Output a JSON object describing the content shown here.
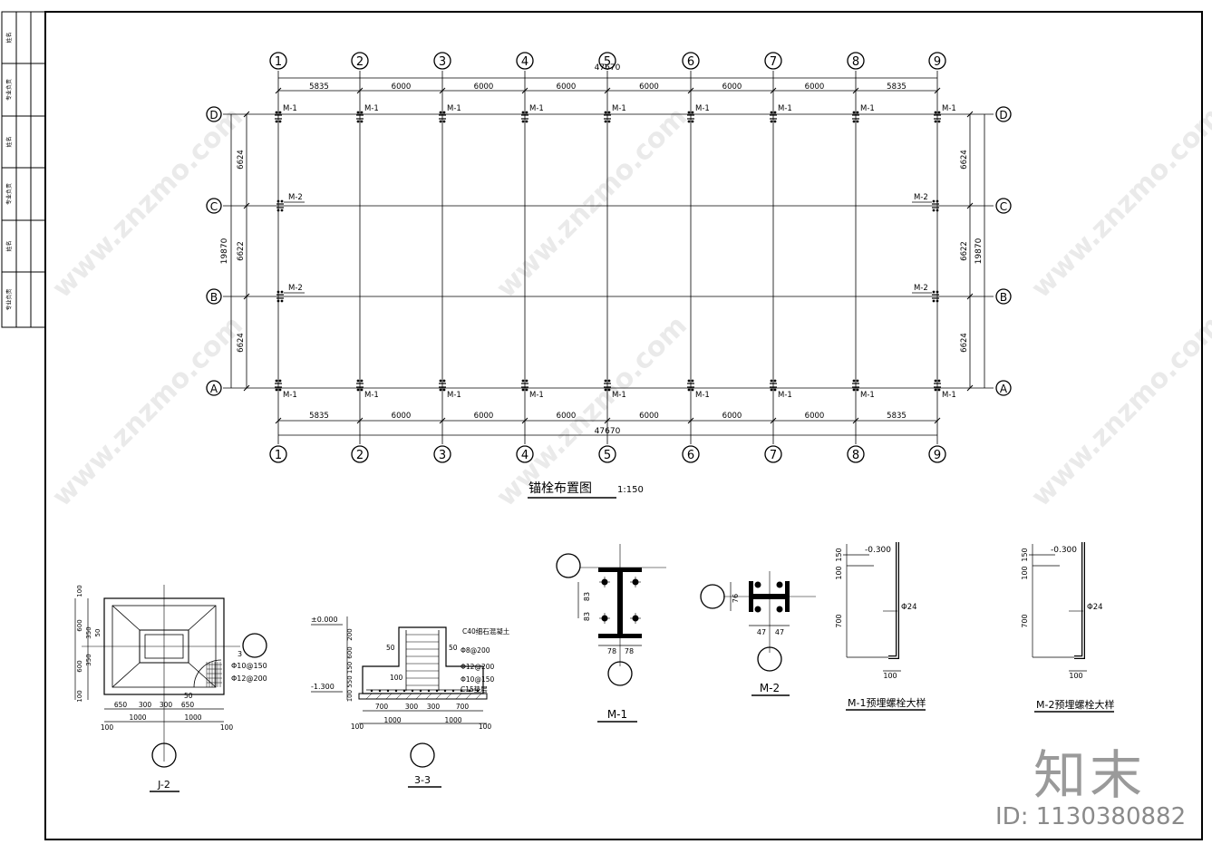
{
  "plan": {
    "title": "锚栓布置图",
    "scale": "1:150",
    "grid_x": [
      "①",
      "②",
      "③",
      "④",
      "⑤",
      "⑥",
      "⑦",
      "⑧",
      "⑨"
    ],
    "grid_y": [
      "A",
      "B",
      "C",
      "D"
    ],
    "top_dims": [
      "5835",
      "6000",
      "6000",
      "6000",
      "6000",
      "6000",
      "6000",
      "5835"
    ],
    "bottom_dims": [
      "5835",
      "6000",
      "6000",
      "6000",
      "6000",
      "6000",
      "6000",
      "5835"
    ],
    "overall_x": "47670",
    "side_dims": [
      "6624",
      "6622",
      "6624"
    ],
    "overall_y": "19870",
    "bolt_m1": "M-1",
    "bolt_m2": "M-2"
  },
  "details": {
    "j2": {
      "title": "J-2",
      "dims_bottom1": [
        "650",
        "300",
        "300",
        "650"
      ],
      "dims_bottom2": [
        "100",
        "1000",
        "1000",
        "100"
      ],
      "dims_left": [
        "100",
        "600",
        "350",
        "600",
        "350",
        "100"
      ],
      "rebar1": "Φ10@150",
      "rebar2": "Φ12@200",
      "num50": "50",
      "cut": "3"
    },
    "s33": {
      "title": "3-3",
      "elev1": "±0.000",
      "elev2": "-1.300",
      "conc1": "C40细石混凝土",
      "conc2": "C15垫层",
      "rebar1": "Φ8@200",
      "rebar2": "Φ12@200",
      "rebar3": "Φ10@150",
      "dims_bottom1": [
        "700",
        "300",
        "300",
        "700"
      ],
      "dims_bottom2": [
        "100",
        "1000",
        "1000",
        "100"
      ],
      "num100": "100",
      "num50": "50"
    },
    "m1": {
      "title": "M-1",
      "dims": [
        "83",
        "83",
        "78",
        "78"
      ]
    },
    "m2": {
      "title": "M-2",
      "dims": [
        "76",
        "47",
        "47"
      ]
    },
    "m1_bolt": {
      "title": "M-1预埋螺栓大样",
      "elev": "-0.300",
      "dia": "Φ24",
      "dims": [
        "150",
        "100",
        "700",
        "100"
      ]
    },
    "m2_bolt": {
      "title": "M-2预埋螺栓大样",
      "elev": "-0.300",
      "dia": "Φ24",
      "dims": [
        "150",
        "100",
        "700",
        "100"
      ]
    }
  },
  "titleblock": {
    "rows": [
      "姓名",
      "专业负责",
      "姓名",
      "专业负责",
      "姓名",
      "专业负责"
    ]
  },
  "watermark": {
    "text": "www.znzmo.com",
    "logo": "知末",
    "id": "ID: 1130380882"
  }
}
